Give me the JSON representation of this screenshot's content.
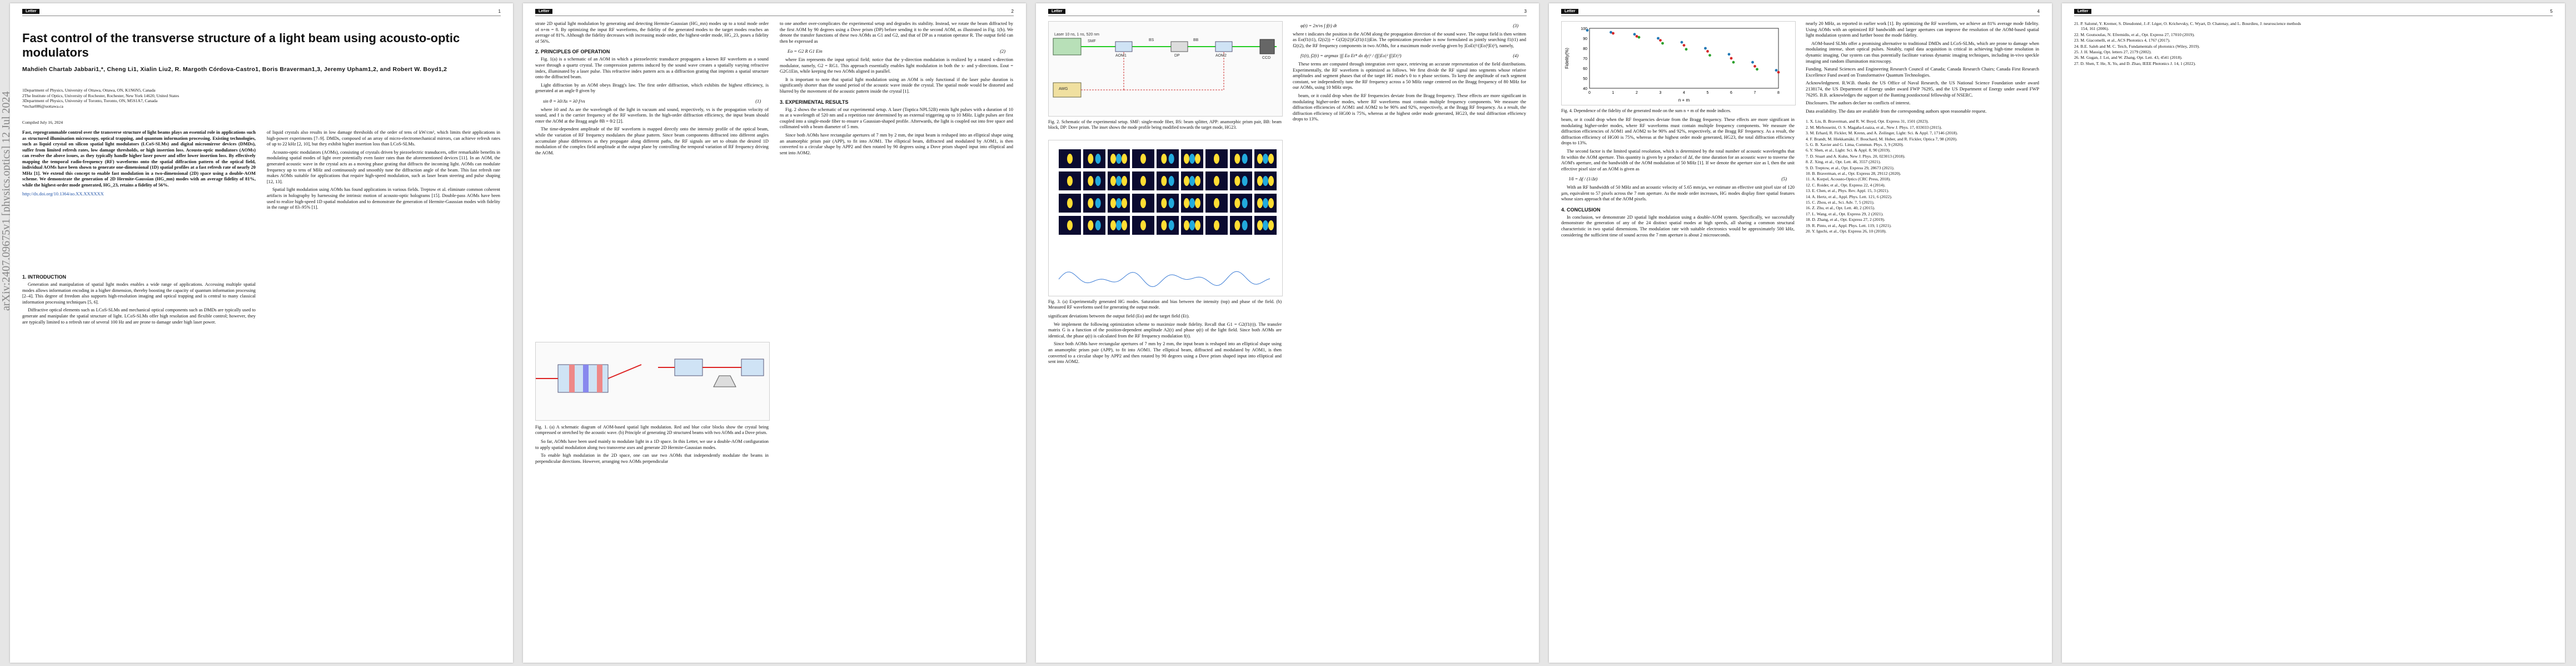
{
  "header": {
    "tag": "Letter"
  },
  "pages": [
    {
      "number": "1"
    },
    {
      "number": "2"
    },
    {
      "number": "3"
    },
    {
      "number": "4"
    },
    {
      "number": "5"
    }
  ],
  "arxiv_stamp": "arXiv:2407.09675v1  [physics.optics]  12 Jul 2024",
  "paper": {
    "title": "Fast control of the transverse structure of a light beam using acousto-optic modulators",
    "authors": "Mahdieh Chartab Jabbari1,*, Cheng Li1, Xialin Liu2, R. Margoth Córdova-Castro1, Boris Braverman1,3, Jeremy Upham1,2, and Robert W. Boyd1,2",
    "affiliations": [
      "1Department of Physics, University of Ottawa, Ottawa, ON, K1N6N5, Canada",
      "2The Institute of Optics, University of Rochester, Rochester, New York 14620, United States",
      "3Department of Physics, University of Toronto, Toronto, ON, M5S1A7, Canada",
      "*mchar086@uottawa.ca"
    ],
    "compiled": "Compiled July 16, 2024",
    "abstract": "Fast, reprogrammable control over the transverse structure of light beams plays an essential role in applications such as structured illumination microscopy, optical trapping, and quantum information processing. Existing technologies, such as liquid crystal on silicon spatial light modulators (LCoS-SLMs) and digital micromirror devices (DMDs), suffer from limited refresh rates, low damage thresholds, or high insertion loss. Acousto-optic modulators (AOMs) can resolve the above issues, as they typically handle higher laser power and offer lower insertion loss. By effectively mapping the temporal radio-frequency (RF) waveforms onto the spatial diffraction pattern of the optical field, individual AOMs have been shown to generate one-dimensional (1D) spatial profiles at a fast refresh rate of nearly 20 MHz [1]. We extend this concept to enable fast modulation in a two-dimensional (2D) space using a double-AOM scheme. We demonstrate the generation of 2D Hermite-Gaussian (HG_mn) modes with an average fidelity of 81%, while the highest-order mode generated, HG_23, retains a fidelity of 56%.",
    "doi": "http://dx.doi.org/10.1364/ao.XX.XXXXXX"
  },
  "sections": {
    "intro": "1. INTRODUCTION",
    "principles": "2. PRINCIPLES OF OPERATION",
    "experimental": "3. EXPERIMENTAL RESULTS",
    "conclusion": "4. CONCLUSION"
  },
  "text": {
    "p1_intro_a": "Generation and manipulation of spatial light modes enables a wide range of applications. Accessing multiple spatial modes allows information encoding in a higher dimension, thereby boosting the capacity of quantum information processing [2–4]. This degree of freedom also supports high-resolution imaging and optical trapping and is central to many classical information processing techniques [5, 6].",
    "p1_intro_b": "Diffractive optical elements such as LCoS-SLMs and mechanical optical components such as DMDs are typically used to generate and manipulate the spatial structure of light. LCoS-SLMs offer high resolution and flexible control; however, they are typically limited to a refresh rate of several 100 Hz and are prone to damage under high laser power.",
    "p1_col2_a": "of liquid crystals also results in low damage thresholds of the order of tens of kW/cm², which limits their applications in high-power experiments [7–9]. DMDs, composed of an array of micro-electromechanical mirrors, can achieve refresh rates of up to 22 kHz [2, 10], but they exhibit higher insertion loss than LCoS-SLMs.",
    "p1_col2_b": "Acousto-optic modulators (AOMs), consisting of crystals driven by piezoelectric transducers, offer remarkable benefits in modulating spatial modes of light over potentially even faster rates than the aforementioned devices [11]. In an AOM, the generated acoustic wave in the crystal acts as a moving phase grating that diffracts the incoming light. AOMs can modulate frequency up to tens of MHz and continuously and smoothly tune the diffraction angle of the beam. This fast refresh rate makes AOMs suitable for applications that require high-speed modulation, such as laser beam steering and pulse shaping [12, 13].",
    "p1_col2_c": "Spatial light modulation using AOMs has found applications in various fields. Treptow et al. eliminate common coherent artifacts in holography by harnessing the intrinsic motion of acousto-optic holograms [15]. Double-pass AOMs have been used to realize high-speed 1D spatial modulation and to demonstrate the generation of Hermite-Gaussian modes with fidelity in the range of 83–95% [1].",
    "p2_a": "strate 2D spatial light modulation by generating and detecting Hermite-Gaussian (HG_mn) modes up to a total mode order of n+m = 8. By optimizing the input RF waveforms, the fidelity of the generated modes to the target modes reaches an average of 81%. Although the fidelity decreases with increasing mode order, the highest-order mode, HG_23, poses a fidelity of 56%.",
    "p2_b": "Fig. 1(a) is a schematic of an AOM in which a piezoelectric transducer propagates a known RF waveform as a sound wave through a quartz crystal. The compression patterns induced by the sound wave creates a spatially varying refractive index, illuminated by a laser pulse. This refractive index pattern acts as a diffraction grating that imprints a spatial structure onto the diffracted beam.",
    "p2_c": "Light diffraction by an AOM obeys Bragg's law. The first order diffraction, which exhibits the highest efficiency, is generated at an angle θ given by",
    "p2_d": "where λ0 and Λs are the wavelength of the light in vacuum and sound, respectively, vs is the propagation velocity of sound, and f is the carrier frequency of the RF waveform. In the high-order diffraction efficiency, the input beam should enter the AOM at the Bragg angle θB = θ/2 [2].",
    "p2_e": "The time-dependent amplitude of the RF waveform is mapped directly onto the intensity profile of the optical beam, while the variation of RF frequency modulates the phase pattern. Since beam components diffracted into different angles accumulate phase differences as they propagate along different paths, the RF signals are set to obtain the desired 1D modulation of the complex field amplitude at the output plane by controlling the temporal variation of RF frequency driving the AOM.",
    "p2_f": "So far, AOMs have been used mainly to modulate light in a 1D space. In this Letter, we use a double-AOM configuration to apply spatial modulation along two transverse axes and generate 2D Hermite-Gaussian modes.",
    "p2_g": "To enable high modulation in the 2D space, one can use two AOMs that independently modulate the beams in perpendicular directions. However, arranging two AOMs perpendicular",
    "p2_col2_a": "to one another over-complicates the experimental setup and degrades its stability. Instead, we rotate the beam diffracted by the first AOM by 90 degrees using a Dove prism (DP) before sending it to the second AOM, as illustrated in Fig. 1(b). We denote the transfer functions of these two AOMs as G1 and G2, and that of DP as a rotation operator R. The output field can then be expressed as",
    "p2_col2_b": "where Ein represents the input optical field; notice that the y-direction modulation is realized by a rotated x-direction modulator, namely, G2 = RG1. This approach essentially enables light modulation in both the x- and y-directions. Eout = G2G1Ein, while keeping the two AOMs aligned in parallel.",
    "p2_col2_c": "It is important to note that spatial light modulation using an AOM is only functional if the laser pulse duration is significantly shorter than the sound period of the acoustic wave inside the crystal. The spatial mode would be distorted and blurred by the movement of the acoustic pattern inside the crystal [1].",
    "p2_col2_d": "Fig. 2 shows the schematic of our experimental setup. A laser (Toptica NPL52B) emits light pulses with a duration of 10 ns at a wavelength of 520 nm and a repetition rate determined by an external triggering up to 10 MHz. Light pulses are first coupled into a single-mode fiber to ensure a Gaussian-shaped profile. Afterwards, the light is coupled out into free space and collimated with a beam diameter of 5 mm.",
    "p2_col2_e": "Since both AOMs have rectangular apertures of 7 mm by 2 mm, the input beam is reshaped into an elliptical shape using an anamorphic prism pair (APP), to fit into AOM1. The elliptical beam, diffracted and modulated by AOM1, is then converted to a circular shape by APP2 and then rotated by 90 degrees using a Dove prism shaped input into elliptical and sent into AOM2.",
    "p3_a": "significant deviations between the output field (Eo) and the target field (Et).",
    "p3_b": "We implement the following optimization scheme to maximize mode fidelity. Recall that G1 = G2(f1(t)). The transfer matrix G is a function of the position-dependent amplitude A2(t) and phase φ(t) of the light field. Since both AOMs are identical, the phase φ(t) is calculated from the RF frequency modulation f(t).",
    "p3_c": "where t indicates the position in the AOM along the propagation direction of the sound wave. The output field is then written as Eo(f1(t1), f2(t2)) = G(f2(t2))G(f1(t1))Ein. The optimization procedure is now formulated as jointly searching f1(t1) and f2(t2), the RF frequency components in two AOMs, for a maximum mode overlap given by |EoEt|²/(|Eo|²|Et|²), namely,",
    "p3_d": "These terms are computed through integration over space, retrieving an accurate representation of the field distributions. Experimentally, the RF waveform is optimized as follows. We first divide the RF signal into segments whose relative amplitudes and segment phases that of the target HG mode's 0 to π phase sections. To keep the amplitude of each segment constant, we independently tune the RF frequency across a 50 MHz range centered on the Bragg frequency of 80 MHz for our AOMs, using 10 MHz steps.",
    "p3_col2_a": "beam, or it could drop when the RF frequencies deviate from the Bragg frequency. These effects are more significant in modulating higher-order modes, where RF waveforms must contain multiple frequency components. We measure the diffraction efficiencies of AOM1 and AOM2 to be 90% and 92%, respectively, at the Bragg RF frequency. As a result, the diffraction efficiency of HG00 is 75%, whereas at the highest order mode generated, HG23, the total diffraction efficiency drops to 13%.",
    "p3_col2_b": "The second factor is the limited spatial resolution, which is determined by the total number of acoustic wavelengths that fit within the AOM aperture. This quantity is given by a product of Δf, the time duration for an acoustic wave to traverse the AOM's aperture, and the bandwidth of the AOM modulation of 50 MHz [1]. If we denote the aperture size as l, then the unit effective pixel size of an AOM is given as",
    "p3_col2_c": "With an RF bandwidth of 50 MHz and an acoustic velocity of 5.65 mm/µs, we estimate an effective unit pixel size of 120 µm, equivalent to 57 pixels across the 7 mm aperture. As the mode order increases, HG modes display finer spatial features whose sizes approach that of the AOM pixels.",
    "p3_col2_d": "In conclusion, we demonstrate 2D spatial light modulation using a double-AOM system. Specifically, we successfully demonstrate the generation of any of the 24 distinct spatial modes at high speeds, all sharing a common structural characteristic in two spatial dimensions. The modulation rate with suitable electronics would be approximately 500 kHz, considering the sufficient time of sound across the 7 mm aperture is about 2 microseconds.",
    "p4_a": "nearly 20 MHz, as reported in earlier work [1]. By optimizing the RF waveform, we achieve an 81% average mode fidelity. Using AOMs with an optimized RF bandwidth and larger apertures can improve the resolution of the AOM-based spatial light modulation system and further boost the mode fidelity.",
    "p4_b": "AOM-based SLMs offer a promising alternative to traditional DMDs and LCoS-SLMs, which are prone to damage when modulating intense, short optical pulses. Notably, rapid data acquisition is critical in achieving high-time resolution in dynamic imaging. Our system can thus potentially facilitate various dynamic imaging techniques, including in-vivo speckle imaging and random illumination microscopy.",
    "funding": "Funding. Natural Sciences and Engineering Research Council of Canada; Canada Research Chairs; Canada First Research Excellence Fund award on Transformative Quantum Technologies.",
    "ack": "Acknowledgment. R.W.B. thanks the US Office of Naval Research, the US National Science Foundation under award 2138174, the US Department of Energy under award FWP 76295, and the US Department of Energy under award FWP 76295. B.B. acknowledges the support of the Banting postdoctoral fellowship of NSERC.",
    "disclosures": "Disclosures. The authors declare no conflicts of interest.",
    "data": "Data availability. The data are available from the corresponding authors upon reasonable request."
  },
  "equations": {
    "eq1": "sin θ = λ0/Λs = λ0 f/vs",
    "eq1_num": "(1)",
    "eq2": "Eo = G2 R G1 Ein",
    "eq2_num": "(2)",
    "eq3": "φ(t) = 2π/vs ∫ f(t) dt",
    "eq3_num": "(3)",
    "eq4": "f1(t), f2(t) = argmax |∫∫ Eo Et* dx dy|² / (∫∫|Eo|² ∫∫|Et|²)",
    "eq4_num": "(4)",
    "eq5": "l/δ = Δf / (1/Δt)",
    "eq5_num": "(5)"
  },
  "figures": {
    "fig1_caption": "Fig. 1. (a) A schematic diagram of AOM-based spatial light modulation. Red and blue color blocks show the crystal being compressed or stretched by the acoustic wave. (b) Principle of generating 2D structured beams with two AOMs and a Dove prism.",
    "fig2_caption": "Fig. 2. Schematic of the experimental setup. SMF: single-mode fiber, BS: beam splitter, APP: anamorphic prism pair, BB: beam block, DP: Dove prism. The inset shows the mode profile being modified towards the target mode, HG23.",
    "fig3_caption": "Fig. 3. (a) Experimentally generated HG modes. Saturation and bias between the intensity (top) and phase of the field. (b) Measured RF waveforms used for generating the output mode.",
    "fig4_caption": "Fig. 4. Dependence of the fidelity of the generated mode on the sum n + m of the mode indices.",
    "fig2_labels": {
      "laser": "Laser 10 ns, 1 ns, 520 nm",
      "smf": "SMF",
      "aom1": "AOM1",
      "aom2": "AOM2",
      "dp": "DP",
      "ccd": "CCD",
      "awg": "AWG",
      "bs": "BS",
      "bb": "BB"
    },
    "fig4_axis": {
      "ylabel": "Fidelity(%)",
      "xlabel": "n + m"
    }
  },
  "chart_data": {
    "type": "scatter",
    "xlabel": "n + m",
    "ylabel": "Fidelity(%)",
    "xlim": [
      0,
      8
    ],
    "ylim": [
      40,
      100
    ],
    "series": [
      {
        "values": [
          [
            0,
            98
          ],
          [
            1,
            96
          ],
          [
            2,
            94
          ],
          [
            3,
            90
          ],
          [
            4,
            86
          ],
          [
            5,
            80
          ],
          [
            6,
            74
          ],
          [
            7,
            66
          ],
          [
            8,
            58
          ]
        ]
      },
      {
        "values": [
          [
            1,
            95
          ],
          [
            2,
            92
          ],
          [
            3,
            88
          ],
          [
            4,
            83
          ],
          [
            5,
            77
          ],
          [
            6,
            70
          ],
          [
            7,
            62
          ],
          [
            8,
            56
          ]
        ]
      },
      {
        "values": [
          [
            2,
            91
          ],
          [
            3,
            85
          ],
          [
            4,
            79
          ],
          [
            5,
            73
          ],
          [
            6,
            66
          ],
          [
            7,
            59
          ]
        ]
      }
    ]
  },
  "references": {
    "header": "",
    "items": [
      "21. P. Salomé, Y. Kremer, S. Dieudonné, J.-F. Léger, O. Krichevsky, C. Wyart, D. Chatenay, and L. Bourdieu, J. neuroscience methods 154, 161 (2006).",
      "22. M. Goutsoulas, N. Efremidis, et al., Opt. Express 27, 17010 (2019).",
      "23. M. Giacomelli, et al., ACS Photonics 4, 1767 (2017).",
      "24. B.E. Saleh and M. C. Teich, Fundamentals of photonics (Wiley, 2019).",
      "25. J. H. Massig, Opt. letters 27, 2179 (2002).",
      "26. M. Gugan, J. Lei, and W. Zhang, Opt. Lett. 43, 4541 (2018).",
      "27. D. Shen, T. He, X. Yu, and D. Zhao, IEEE Photonics J. 14, 1 (2022)."
    ],
    "page4": [
      "1. X. Liu, B. Braverman, and R. W. Boyd, Opt. Express 31, 1501 (2023).",
      "2. M. Mirhosseini, O. S. Magaña-Loaiza, et al., New J. Phys. 17, 033033 (2015).",
      "3. M. Erhard, R. Fickler, M. Krenn, and A. Zeilinger, Light: Sci. & Appl. 7, 17146 (2018).",
      "4. F. Brandt, M. Hiekkamäki, F. Bouchard, M. Huber, and R. Fickler, Optica 7, 98 (2020).",
      "5. G. B. Xavier and G. Lima, Commun. Phys. 3, 9 (2020).",
      "6. Y. Shen, et al., Light: Sci. & Appl. 8, 90 (2019).",
      "7. D. Stuart and A. Kuhn, New J. Phys. 20, 023013 (2018).",
      "8. Z. Xing, et al., Opt. Lett. 46, 3557 (2021).",
      "9. D. Treptow, et al., Opt. Express 29, 28673 (2021).",
      "10. B. Braverman, et al., Opt. Express 28, 29112 (2020).",
      "11. A. Korpel, Acousto-Optics (CRC Press, 2018).",
      "12. C. Roider, et al., Opt. Express 22, 4 (2014).",
      "13. E. Chen, et al., Phys. Rev. Appl. 15, 3 (2021).",
      "14. A. Hertz, et al., Appl. Phys. Lett. 121, 6 (2022).",
      "15. C. Zhou, et al., Sci. Adv. 7, 5 (2021).",
      "16. Z. Zhu, et al., Opt. Lett. 40, 2 (2015).",
      "17. L. Wang, et al., Opt. Express 29, 2 (2021).",
      "18. D. Zhang, et al., Opt. Express 27, 2 (2019).",
      "19. R. Pinto, et al., Appl. Phys. Lett. 119, 1 (2021).",
      "20. Y. Iguchi, et al., Opt. Express 26, 10 (2018)."
    ]
  }
}
